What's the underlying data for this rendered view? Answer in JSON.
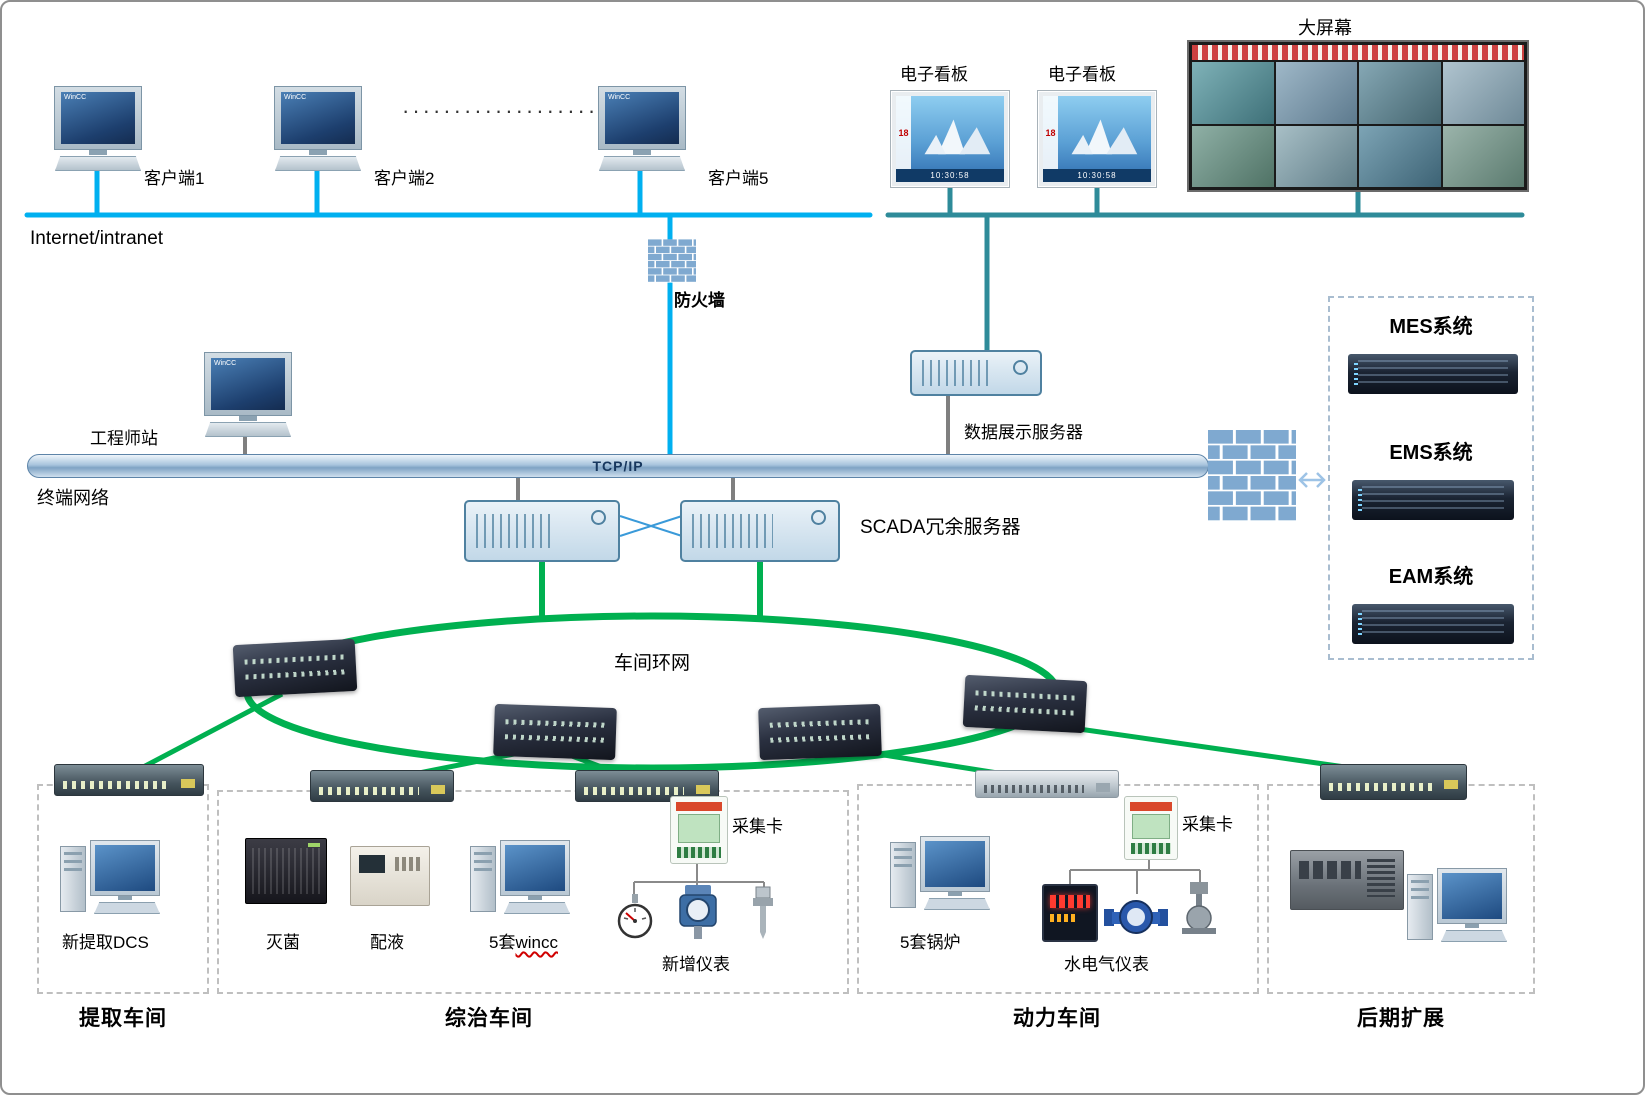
{
  "colors": {
    "internet_line": "#00b0f0",
    "display_line": "#2e8b99",
    "ring_line": "#00b050",
    "gray_line": "#7f7f7f",
    "pipe_fill": "#a8c4dd"
  },
  "top": {
    "internet_label": "Internet/intranet",
    "ellipsis": "·····················",
    "firewall_label": "防火墙",
    "clients": [
      {
        "label": "客户端1",
        "screen_text": "WinCC"
      },
      {
        "label": "客户端2",
        "screen_text": "WinCC"
      },
      {
        "label": "客户端5",
        "screen_text": "WinCC"
      }
    ],
    "billboards": [
      {
        "label": "电子看板",
        "number": "18",
        "time": "10:30:58"
      },
      {
        "label": "电子看板",
        "number": "18",
        "time": "10:30:58"
      }
    ],
    "bigscreen_label": "大屏幕"
  },
  "middle": {
    "engineer_label": "工程师站",
    "engineer_screen": "WinCC",
    "terminal_label": "终端网络",
    "tcpip_label": "TCP/IP",
    "dataserver_label": "数据展示服务器",
    "scada_label": "SCADA冗余服务器"
  },
  "right_panel": {
    "systems": [
      {
        "label": "MES系统"
      },
      {
        "label": "EMS系统"
      },
      {
        "label": "EAM系统"
      }
    ]
  },
  "ring_label": "车间环网",
  "workshops": {
    "extract": {
      "name": "提取车间",
      "dcs_label": "新提取DCS"
    },
    "zongzhi": {
      "name": "综治车间",
      "miejun_label": "灭菌",
      "peiye_label": "配液",
      "wincc_prefix": "5套",
      "wincc_word": "wincc",
      "card_label": "采集卡",
      "meters_label": "新增仪表"
    },
    "power": {
      "name": "动力车间",
      "boiler_label": "5套锅炉",
      "card_label": "采集卡",
      "meters_label": "水电气仪表"
    },
    "expand": {
      "name": "后期扩展"
    }
  }
}
